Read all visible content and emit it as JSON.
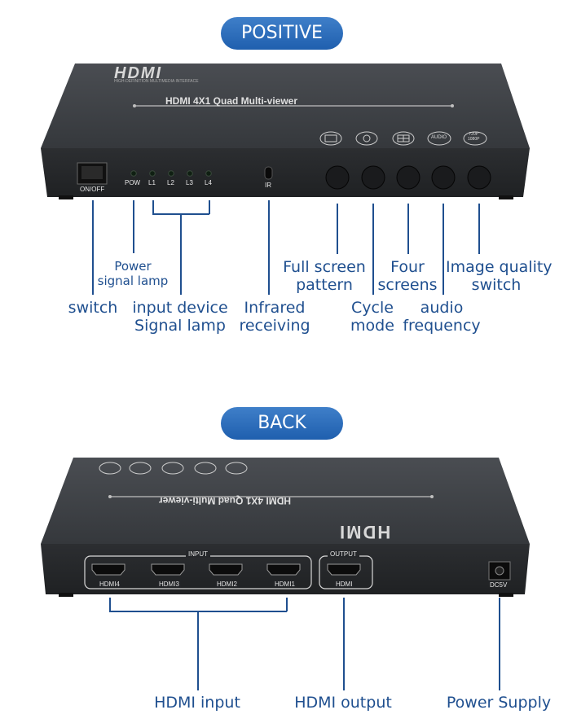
{
  "front": {
    "badge": "POSITIVE",
    "logo": "HDMI",
    "logo_sub": "HIGH-DEFINITION MULTIMEDIA INTERFACE",
    "title": "HDMI 4X1 Quad Multi-viewer",
    "switch_label": "ON/OFF",
    "led_labels": [
      "POW",
      "L1",
      "L2",
      "L3",
      "L4"
    ],
    "ir_label": "IR",
    "button_icons": [
      "full-screen-icon",
      "cycle-icon",
      "four-screens-icon",
      "audio-icon",
      "resolution-icon"
    ],
    "audio_icon_text": "AUDIO",
    "res_icon_text": "720P\n1080P"
  },
  "front_labels": {
    "switch": "switch",
    "power": "Power\nsignal lamp",
    "input_lamp": "input device\nSignal lamp",
    "infrared": "Infrared\nreceiving",
    "full_screen": "Full screen\npattern",
    "cycle": "Cycle\nmode",
    "four_screens": "Four\nscreens",
    "audio": "audio\nfrequency",
    "image_quality": "Image quality\nswitch"
  },
  "back": {
    "badge": "BACK",
    "input_group_label": "INPUT",
    "output_group_label": "OUTPUT",
    "port_labels": [
      "HDMI4",
      "HDMI3",
      "HDMI2",
      "HDMI1"
    ],
    "output_port_label": "HDMI",
    "power_label": "DC5V"
  },
  "back_labels": {
    "hdmi_input": "HDMI input",
    "hdmi_output": "HDMI output",
    "power_supply": "Power Supply"
  },
  "colors": {
    "label_blue": "#1f4f8f",
    "badge_blue": "#2a6cbf",
    "device_body": "#3a3d42"
  }
}
